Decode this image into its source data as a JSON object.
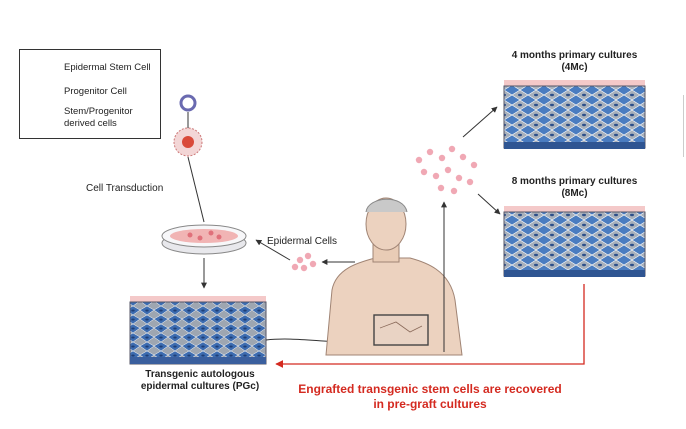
{
  "legend": {
    "items": [
      {
        "label": "Epidermal Stem Cell",
        "icon": "stem-cell-icon"
      },
      {
        "label": "Progenitor Cell",
        "icon": "progenitor-cell-icon"
      },
      {
        "label_line1": "Stem/Progenitor",
        "label_line2": "derived cells",
        "icon": "derived-cells-icon"
      }
    ]
  },
  "labels": {
    "cell_transduction": "Cell Transduction",
    "epidermal_cells": "Epidermal Cells",
    "pgc_line1": "Transgenic autologous",
    "pgc_line2": "epidermal cultures (PGc)",
    "culture_4m_line1": "4 months primary cultures",
    "culture_4m_line2": "(4Mc)",
    "culture_8m_line1": "8 months primary cultures",
    "culture_8m_line2": "(8Mc)",
    "recovered_line1": "Engrafted transgenic stem cells are recovered",
    "recovered_line2": "in pre-graft cultures"
  },
  "colors": {
    "stem_blue": "#3a6fb5",
    "progenitor_gray": "#a9adb3",
    "arrow_red": "#d42a20",
    "skin": "#e8c8b0"
  }
}
